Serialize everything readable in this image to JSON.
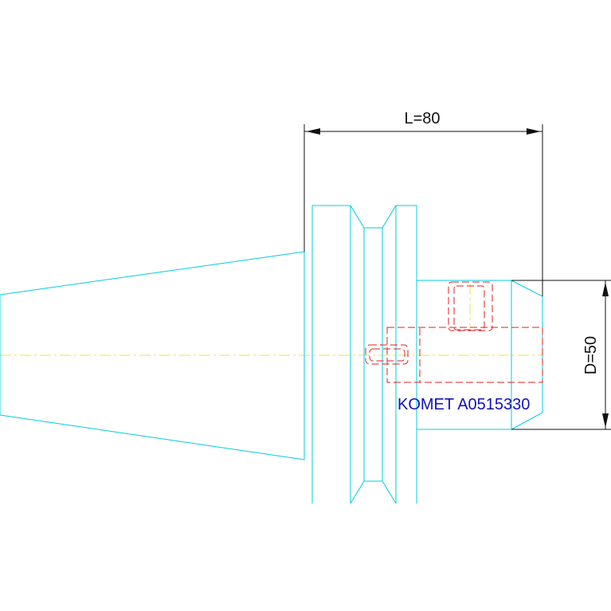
{
  "drawing": {
    "length_dimension": "L=80",
    "diameter_dimension": "D=50",
    "part_label": "KOMET A0515330",
    "colors": {
      "geometry": "#00ccdd",
      "hidden_lines": "#dd2222",
      "centerline": "#f0e040",
      "dimensions": "#111111",
      "label_text": "#1111bb"
    }
  }
}
